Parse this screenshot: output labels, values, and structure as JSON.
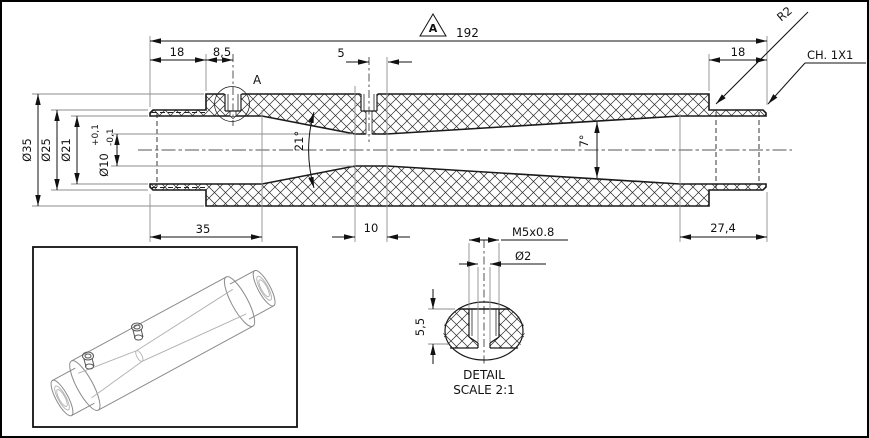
{
  "main_view": {
    "dims": {
      "overall_length": "192",
      "left_offset": "18",
      "hole1_offset": "8,5",
      "hole2_offset": "5",
      "right_stub_length": "18",
      "inlet_length": "35",
      "throat_length": "10",
      "outlet_length": "27,4",
      "dia_outer": "Ø35",
      "dia_stub": "Ø25",
      "dia_bore": "Ø21",
      "dia_throat": "Ø10",
      "throat_tol_plus": "+0,1",
      "throat_tol_minus": "-0,1",
      "convergent_angle": "21°",
      "divergent_angle": "7°",
      "fillet_radius": "R2",
      "chamfer_note": "CH. 1X1",
      "datum_flag": "A",
      "detail_callout": "A"
    }
  },
  "detail_view": {
    "thread_spec": "M5x0.8",
    "hole_dia": "Ø2",
    "thread_depth": "5,5",
    "title": "DETAIL",
    "scale": "SCALE 2:1"
  }
}
